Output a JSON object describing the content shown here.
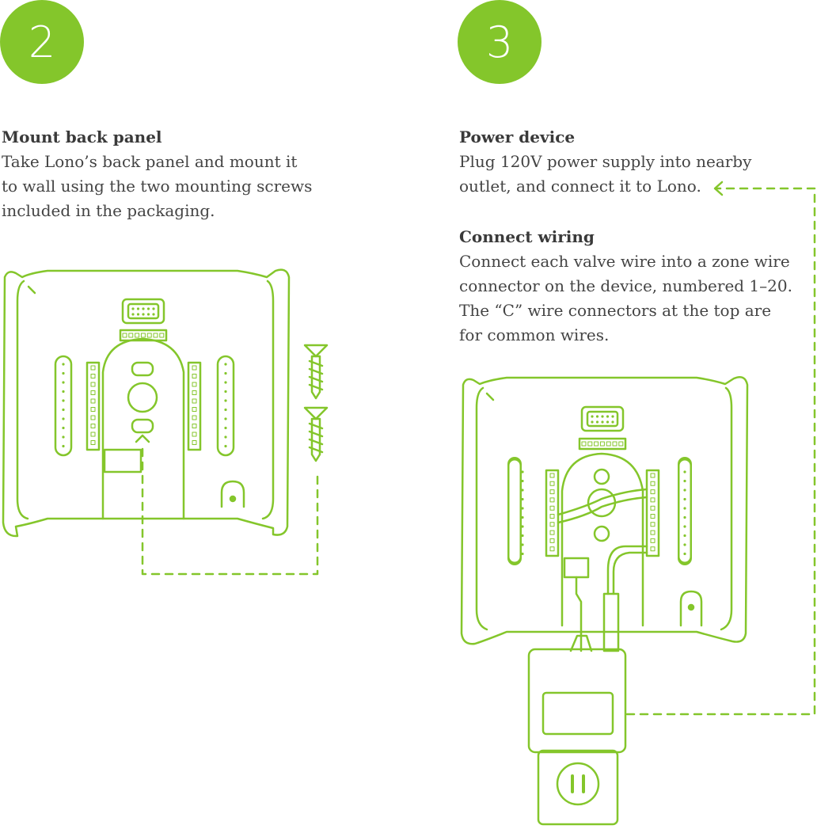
{
  "steps": [
    {
      "number": "2",
      "title": "Mount back panel",
      "lines": [
        "Take Lono’s back panel and mount it",
        "to wall using the two mounting screws",
        "included in the packaging."
      ]
    },
    {
      "number": "3",
      "sections": [
        {
          "title": "Power device",
          "lines": [
            "Plug 120V power supply into nearby",
            "outlet, and connect it to Lono."
          ]
        },
        {
          "title": "Connect wiring",
          "lines": [
            "Connect each valve wire into a zone wire",
            "connector on the device, numbered 1–20.",
            "The “C” wire connectors at the top are",
            "for common wires."
          ]
        }
      ]
    }
  ],
  "colors": {
    "accent": "#84c62b",
    "text": "#444444"
  }
}
